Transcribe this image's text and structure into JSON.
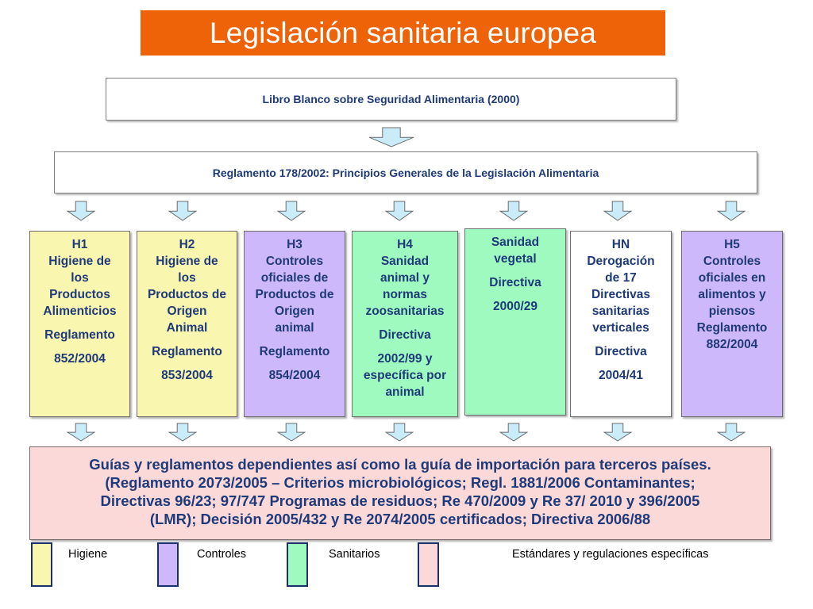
{
  "title": "Legislación sanitaria europea",
  "top_box": "Libro Blanco sobre Seguridad Alimentaria (2000)",
  "reg_box": "Reglamento 178/2002: Principios Generales de la Legislación Alimentaria",
  "colors": {
    "title_bg": "#ee6208",
    "text_blue": "#1f3a78",
    "yellow": "#f9f6b0",
    "purple": "#cdb8fb",
    "green": "#9ffac0",
    "white": "#ffffff",
    "pink": "#fcd9d9",
    "arrow_fill": "#c9ecf8"
  },
  "columns": [
    {
      "id": "h1",
      "color": "yellow",
      "lines": [
        "H1",
        "Higiene de",
        "los",
        "Productos",
        "Alimenticios",
        "|Reglamento",
        "|852/2004"
      ]
    },
    {
      "id": "h2",
      "color": "yellow",
      "lines": [
        "H2",
        "Higiene de",
        "los",
        "Productos de",
        "Origen",
        "Animal",
        "|Reglamento",
        "|853/2004"
      ]
    },
    {
      "id": "h3",
      "color": "purple",
      "lines": [
        "H3",
        "Controles",
        "oficiales  de",
        "Productos de",
        "Origen",
        "animal",
        "|Reglamento",
        "|854/2004"
      ]
    },
    {
      "id": "h4",
      "color": "green",
      "lines": [
        "H4",
        "Sanidad",
        "animal y",
        "normas",
        "zoosanitarias",
        "|Directiva",
        "|2002/99 y",
        "específica por",
        "animal"
      ]
    },
    {
      "id": "sv",
      "color": "green",
      "lines": [
        "Sanidad",
        "vegetal",
        "|Directiva",
        "|2000/29"
      ]
    },
    {
      "id": "hn",
      "color": "white",
      "lines": [
        "HN",
        "Derogación",
        "de 17",
        "Directivas",
        "sanitarias",
        "verticales",
        "|Directiva",
        "|2004/41"
      ]
    },
    {
      "id": "h5",
      "color": "purple",
      "lines": [
        "H5",
        "Controles",
        "oficiales en",
        "alimentos y",
        "piensos",
        "Reglamento",
        "882/2004"
      ]
    }
  ],
  "bottom_lines": [
    "Guías y reglamentos dependientes así como la guía de importación para terceros países.",
    "(Reglamento 2073/2005  – Criterios microbiológicos; Regl. 1881/2006 Contaminantes;",
    "Directivas 96/23; 97/747 Programas de residuos; Re 470/2009 y Re 37/ 2010 y 396/2005",
    "(LMR); Decisión 2005/432 y Re 2074/2005 certificados; Directiva 2006/88"
  ],
  "legend": [
    {
      "color": "yellow",
      "label": "Higiene"
    },
    {
      "color": "purple",
      "label": "Controles"
    },
    {
      "color": "green",
      "label": "Sanitarios"
    },
    {
      "color": "pink",
      "label": "Estándares y regulaciones específicas"
    }
  ]
}
